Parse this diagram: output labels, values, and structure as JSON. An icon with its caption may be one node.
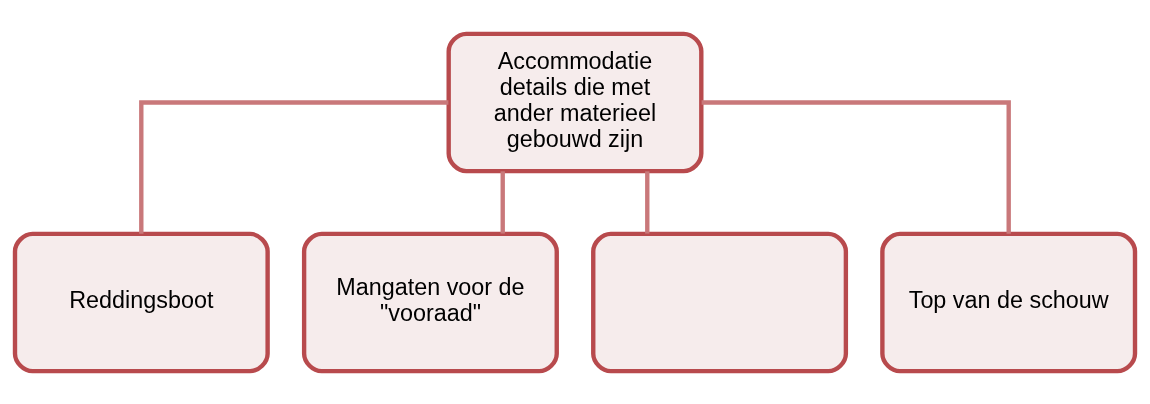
{
  "diagram": {
    "nodes": [
      {
        "text": [
          "Accommodatie details die met ander materieel gebouwd zijn"
        ]
      },
      {
        "text": [
          "Reddingsboot"
        ]
      },
      {
        "text": [
          "Mangaten voor de \"vooraad\""
        ]
      },
      {
        "text": [],
        "shape": "box"
      },
      {
        "text": [
          "Top van de schouw"
        ]
      }
    ],
    "edges": [
      {
        "from": 0,
        "to": 1,
        "arrow": "none"
      },
      {
        "from": 0,
        "to": 2,
        "arrow": "none"
      },
      {
        "from": 0,
        "to": 3,
        "arrow": "none"
      },
      {
        "from": 0,
        "to": 4,
        "arrow": "none"
      }
    ]
  }
}
